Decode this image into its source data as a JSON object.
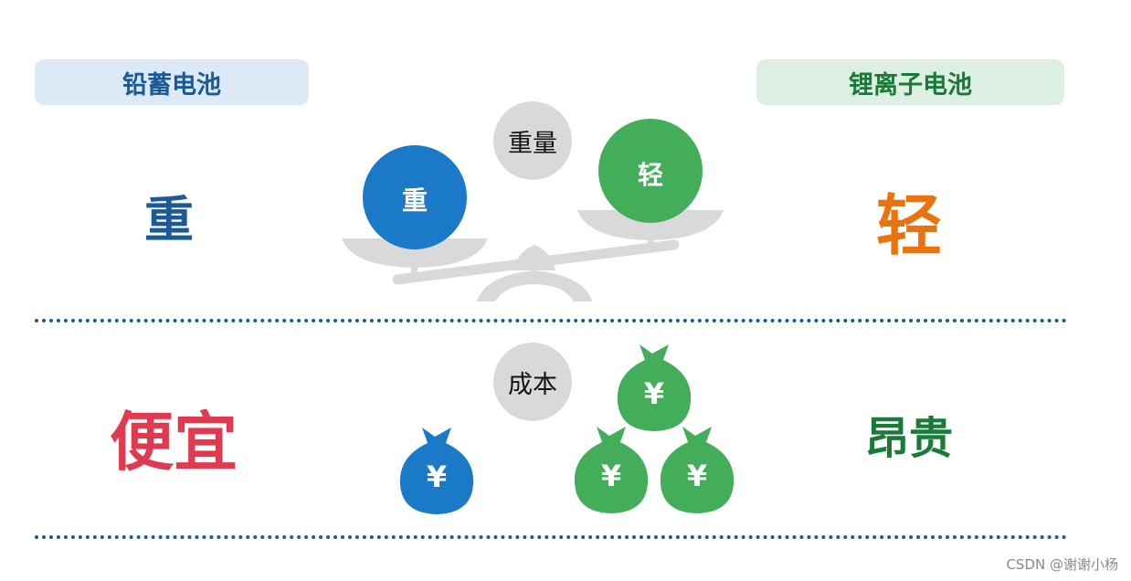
{
  "headers": {
    "left": "铅蓄电池",
    "right": "锂离子电池"
  },
  "weight": {
    "label": "重量",
    "heavy_ball": "重",
    "light_ball": "轻",
    "left_value": "重",
    "right_value": "轻"
  },
  "cost": {
    "label": "成本",
    "currency_symbol": "¥",
    "left_value": "便宜",
    "right_value": "昂贵",
    "left_bag_count": 1,
    "right_bag_count": 3
  },
  "watermark": "CSDN @谢谢小杨",
  "colors": {
    "blue": "#1a7ac7",
    "green": "#43ad5a",
    "gray": "#d9d9d9",
    "heavy_text": "#1b5a96",
    "light_text": "#e8730f",
    "cheap_text": "#e03a50",
    "expensive_text": "#1a7a38",
    "divider": "#1b5a96"
  }
}
